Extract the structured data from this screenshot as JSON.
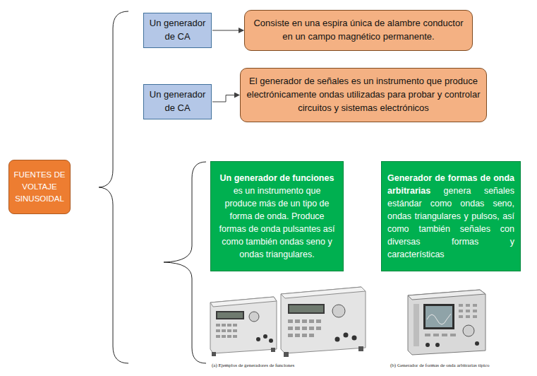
{
  "diagram": {
    "nodes": [
      {
        "text": [
          "FUENTES DE VOLTAJE SINUSOIDAL"
        ]
      },
      {
        "text": [
          "Un generador de CA"
        ]
      },
      {
        "text": [
          "Consiste en una espira única de alambre conductor en un campo magnético permanente."
        ]
      },
      {
        "text": [
          "Un generador de CA"
        ]
      },
      {
        "text": [
          "El generador de señales es un instrumento que produce electrónicamente ondas utilizadas para probar y controlar circuitos y sistemas electrónicos"
        ]
      },
      {
        "text": [
          "Un generador de funciones",
          "es un instrumento que produce más de un tipo de forma de onda. Produce formas de onda pulsantes así como también ondas seno y ondas triangulares."
        ]
      },
      {
        "text": [
          "Generador de formas de onda arbitrarias",
          "genera señales estándar como ondas seno, ondas triangulares y pulsos, así como también señales con diversas formas y características"
        ]
      }
    ],
    "edges": [
      {
        "from": 1,
        "to": 2,
        "arrow": "to"
      },
      {
        "from": 3,
        "to": 4,
        "arrow": "to"
      }
    ],
    "labels": [
      "(a) Ejemplos de generadores de funciones",
      "(b) Generador de formas de onda arbitrarias típico"
    ]
  }
}
